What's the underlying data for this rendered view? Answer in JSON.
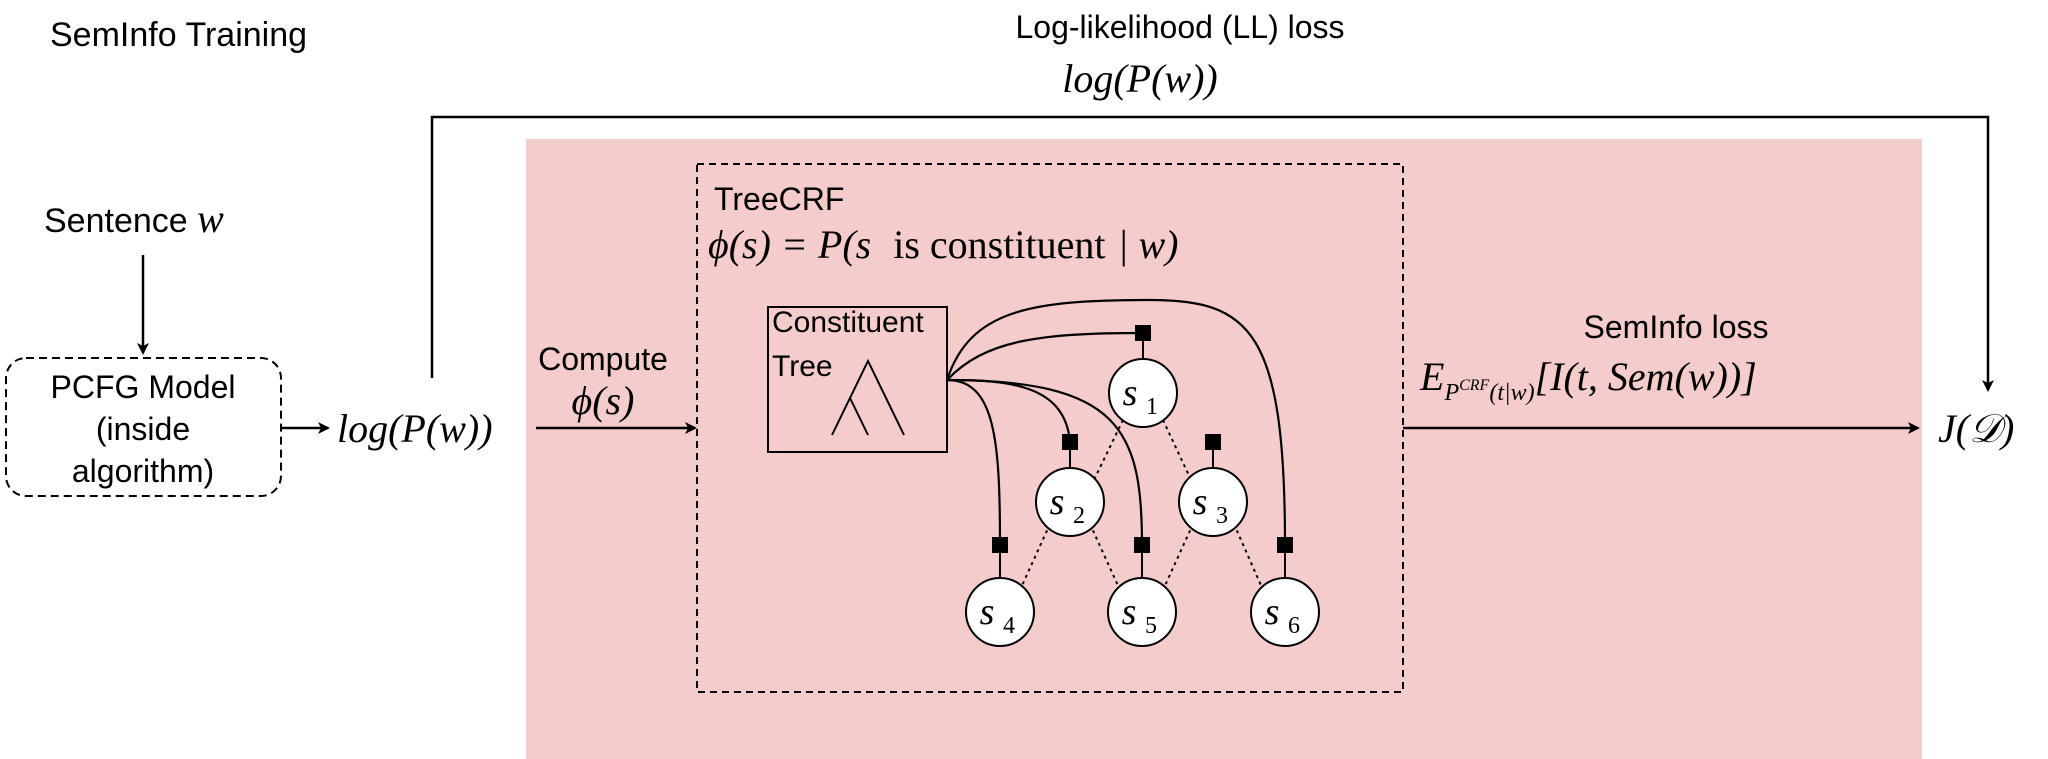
{
  "title": "SemInfo Training",
  "colors": {
    "region_fill": "#f5cccc",
    "stroke": "#000000",
    "background": "#ffffff"
  },
  "ll_loss": {
    "label": "Log-likelihood (LL) loss",
    "math": "log(P(w))"
  },
  "sentence": {
    "prefix": "Sentence ",
    "var": "w"
  },
  "pcfg_model": {
    "line1": "PCFG Model",
    "line2": "(inside",
    "line3": "algorithm)"
  },
  "log_pw": "log(P(w))",
  "compute": {
    "label": "Compute",
    "math": "ϕ(s)"
  },
  "treecrf": {
    "title": "TreeCRF",
    "formula_left": "ϕ(s) = P(s",
    "formula_text": "is constituent",
    "formula_right": "| w)"
  },
  "constituent_tree": {
    "line1": "Constituent",
    "line2": "Tree"
  },
  "nodes": [
    {
      "base": "s",
      "sub": "1"
    },
    {
      "base": "s",
      "sub": "2"
    },
    {
      "base": "s",
      "sub": "3"
    },
    {
      "base": "s",
      "sub": "4"
    },
    {
      "base": "s",
      "sub": "5"
    },
    {
      "base": "s",
      "sub": "6"
    }
  ],
  "seminfo_loss": {
    "label": "SemInfo loss",
    "E": "E",
    "sup": "P",
    "sup_crf": "CRF",
    "sup_cond": "(t|w)",
    "bracket": "[I(t, Sem(w))]"
  },
  "objective": "J(𝒟)"
}
